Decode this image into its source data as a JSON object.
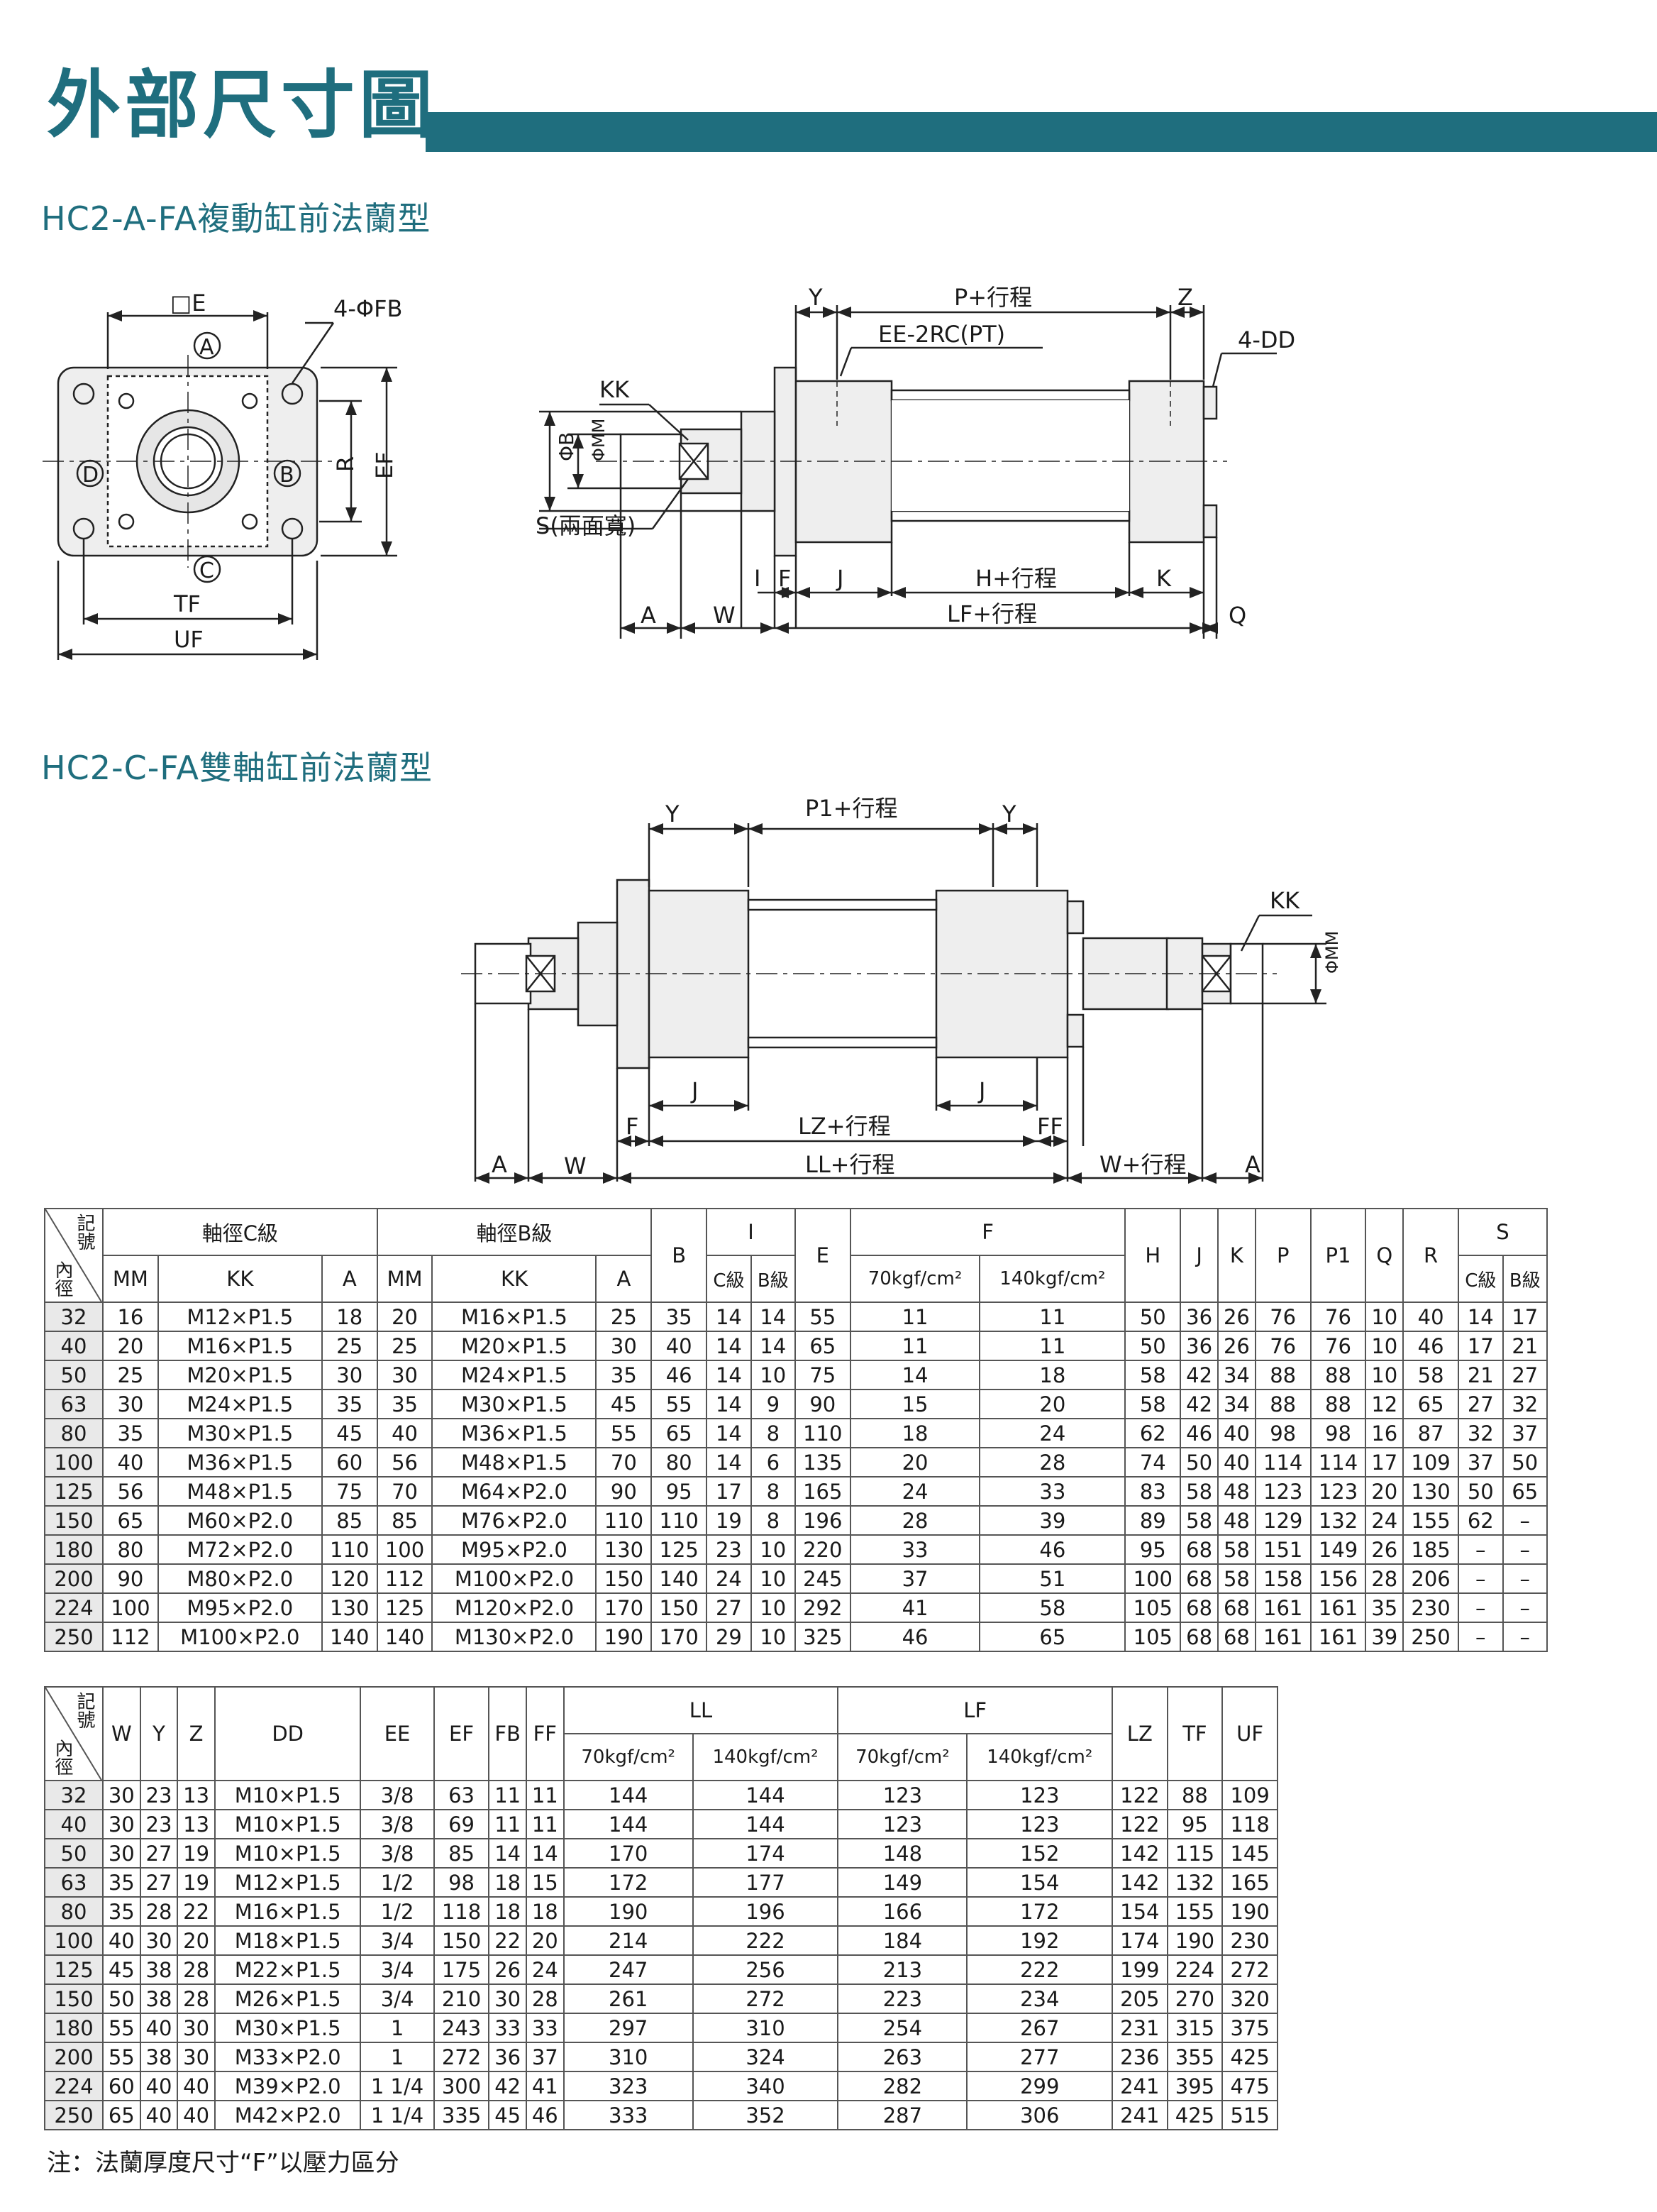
{
  "header": {
    "title": "外部尺寸圖"
  },
  "sections": {
    "a": "HC2-A-FA複動缸前法蘭型",
    "c": "HC2-C-FA雙軸缸前法蘭型"
  },
  "drawing_a": {
    "labels": {
      "E": "□E",
      "FB": "4-ΦFB",
      "A_circle": "A",
      "B_circle": "B",
      "C_circle": "C",
      "D_circle": "D",
      "R": "R",
      "EF": "EF",
      "TF": "TF",
      "UF": "UF",
      "Y": "Y",
      "P": "P+行程",
      "Z": "Z",
      "EE": "EE-2RC(PT)",
      "DD": "4-DD",
      "KK": "KK",
      "PhiB": "ΦB",
      "PhiMM": "ΦMM",
      "S": "S(兩面寬)",
      "I": "I",
      "F": "F",
      "J": "J",
      "H": "H+行程",
      "K": "K",
      "A": "A",
      "W": "W",
      "LF": "LF+行程",
      "Q": "Q"
    }
  },
  "drawing_c": {
    "labels": {
      "Y1": "Y",
      "P1": "P1+行程",
      "Y2": "Y",
      "KK": "KK",
      "PhiMM": "ΦMM",
      "J1": "J",
      "J2": "J",
      "F": "F",
      "LZ": "LZ+行程",
      "FF": "FF",
      "A1": "A",
      "W1": "W",
      "LL": "LL+行程",
      "W2": "W+行程",
      "A2": "A"
    }
  },
  "table1": {
    "corner_top": "記號",
    "corner_bottom": "內徑",
    "group_c": "軸徑C級",
    "group_b": "軸徑B級",
    "sub_c": [
      "MM",
      "KK",
      "A"
    ],
    "sub_b": [
      "MM",
      "KK",
      "A"
    ],
    "col_B": "B",
    "col_I": "I",
    "sub_I": [
      "C級",
      "B級"
    ],
    "col_E": "E",
    "col_F": "F",
    "sub_F": [
      "70kgf/cm²",
      "140kgf/cm²"
    ],
    "cols_mid": [
      "H",
      "J",
      "K",
      "P",
      "P1",
      "Q",
      "R"
    ],
    "col_S": "S",
    "sub_S": [
      "C級",
      "B級"
    ],
    "rows": [
      [
        "32",
        "16",
        "M12×P1.5",
        "18",
        "20",
        "M16×P1.5",
        "25",
        "35",
        "14",
        "14",
        "55",
        "11",
        "11",
        "50",
        "36",
        "26",
        "76",
        "76",
        "10",
        "40",
        "14",
        "17"
      ],
      [
        "40",
        "20",
        "M16×P1.5",
        "25",
        "25",
        "M20×P1.5",
        "30",
        "40",
        "14",
        "14",
        "65",
        "11",
        "11",
        "50",
        "36",
        "26",
        "76",
        "76",
        "10",
        "46",
        "17",
        "21"
      ],
      [
        "50",
        "25",
        "M20×P1.5",
        "30",
        "30",
        "M24×P1.5",
        "35",
        "46",
        "14",
        "10",
        "75",
        "14",
        "18",
        "58",
        "42",
        "34",
        "88",
        "88",
        "10",
        "58",
        "21",
        "27"
      ],
      [
        "63",
        "30",
        "M24×P1.5",
        "35",
        "35",
        "M30×P1.5",
        "45",
        "55",
        "14",
        "9",
        "90",
        "15",
        "20",
        "58",
        "42",
        "34",
        "88",
        "88",
        "12",
        "65",
        "27",
        "32"
      ],
      [
        "80",
        "35",
        "M30×P1.5",
        "45",
        "40",
        "M36×P1.5",
        "55",
        "65",
        "14",
        "8",
        "110",
        "18",
        "24",
        "62",
        "46",
        "40",
        "98",
        "98",
        "16",
        "87",
        "32",
        "37"
      ],
      [
        "100",
        "40",
        "M36×P1.5",
        "60",
        "56",
        "M48×P1.5",
        "70",
        "80",
        "14",
        "6",
        "135",
        "20",
        "28",
        "74",
        "50",
        "40",
        "114",
        "114",
        "17",
        "109",
        "37",
        "50"
      ],
      [
        "125",
        "56",
        "M48×P1.5",
        "75",
        "70",
        "M64×P2.0",
        "90",
        "95",
        "17",
        "8",
        "165",
        "24",
        "33",
        "83",
        "58",
        "48",
        "123",
        "123",
        "20",
        "130",
        "50",
        "65"
      ],
      [
        "150",
        "65",
        "M60×P2.0",
        "85",
        "85",
        "M76×P2.0",
        "110",
        "110",
        "19",
        "8",
        "196",
        "28",
        "39",
        "89",
        "58",
        "48",
        "129",
        "132",
        "24",
        "155",
        "62",
        "–"
      ],
      [
        "180",
        "80",
        "M72×P2.0",
        "110",
        "100",
        "M95×P2.0",
        "130",
        "125",
        "23",
        "10",
        "220",
        "33",
        "46",
        "95",
        "68",
        "58",
        "151",
        "149",
        "26",
        "185",
        "–",
        "–"
      ],
      [
        "200",
        "90",
        "M80×P2.0",
        "120",
        "112",
        "M100×P2.0",
        "150",
        "140",
        "24",
        "10",
        "245",
        "37",
        "51",
        "100",
        "68",
        "58",
        "158",
        "156",
        "28",
        "206",
        "–",
        "–"
      ],
      [
        "224",
        "100",
        "M95×P2.0",
        "130",
        "125",
        "M120×P2.0",
        "170",
        "150",
        "27",
        "10",
        "292",
        "41",
        "58",
        "105",
        "68",
        "68",
        "161",
        "161",
        "35",
        "230",
        "–",
        "–"
      ],
      [
        "250",
        "112",
        "M100×P2.0",
        "140",
        "140",
        "M130×P2.0",
        "190",
        "170",
        "29",
        "10",
        "325",
        "46",
        "65",
        "105",
        "68",
        "68",
        "161",
        "161",
        "39",
        "250",
        "–",
        "–"
      ]
    ]
  },
  "table2": {
    "corner_top": "記號",
    "corner_bottom": "內徑",
    "cols_a": [
      "W",
      "Y",
      "Z",
      "DD",
      "EE",
      "EF",
      "FB",
      "FF"
    ],
    "col_LL": "LL",
    "sub_LL": [
      "70kgf/cm²",
      "140kgf/cm²"
    ],
    "col_LF": "LF",
    "sub_LF": [
      "70kgf/cm²",
      "140kgf/cm²"
    ],
    "cols_b": [
      "LZ",
      "TF",
      "UF"
    ],
    "rows": [
      [
        "32",
        "30",
        "23",
        "13",
        "M10×P1.5",
        "3/8",
        "63",
        "11",
        "11",
        "144",
        "144",
        "123",
        "123",
        "122",
        "88",
        "109"
      ],
      [
        "40",
        "30",
        "23",
        "13",
        "M10×P1.5",
        "3/8",
        "69",
        "11",
        "11",
        "144",
        "144",
        "123",
        "123",
        "122",
        "95",
        "118"
      ],
      [
        "50",
        "30",
        "27",
        "19",
        "M10×P1.5",
        "3/8",
        "85",
        "14",
        "14",
        "170",
        "174",
        "148",
        "152",
        "142",
        "115",
        "145"
      ],
      [
        "63",
        "35",
        "27",
        "19",
        "M12×P1.5",
        "1/2",
        "98",
        "18",
        "15",
        "172",
        "177",
        "149",
        "154",
        "142",
        "132",
        "165"
      ],
      [
        "80",
        "35",
        "28",
        "22",
        "M16×P1.5",
        "1/2",
        "118",
        "18",
        "18",
        "190",
        "196",
        "166",
        "172",
        "154",
        "155",
        "190"
      ],
      [
        "100",
        "40",
        "30",
        "20",
        "M18×P1.5",
        "3/4",
        "150",
        "22",
        "20",
        "214",
        "222",
        "184",
        "192",
        "174",
        "190",
        "230"
      ],
      [
        "125",
        "45",
        "38",
        "28",
        "M22×P1.5",
        "3/4",
        "175",
        "26",
        "24",
        "247",
        "256",
        "213",
        "222",
        "199",
        "224",
        "272"
      ],
      [
        "150",
        "50",
        "38",
        "28",
        "M26×P1.5",
        "3/4",
        "210",
        "30",
        "28",
        "261",
        "272",
        "223",
        "234",
        "205",
        "270",
        "320"
      ],
      [
        "180",
        "55",
        "40",
        "30",
        "M30×P1.5",
        "1",
        "243",
        "33",
        "33",
        "297",
        "310",
        "254",
        "267",
        "231",
        "315",
        "375"
      ],
      [
        "200",
        "55",
        "38",
        "30",
        "M33×P2.0",
        "1",
        "272",
        "36",
        "37",
        "310",
        "324",
        "263",
        "277",
        "236",
        "355",
        "425"
      ],
      [
        "224",
        "60",
        "40",
        "40",
        "M39×P2.0",
        "1 1/4",
        "300",
        "42",
        "41",
        "323",
        "340",
        "282",
        "299",
        "241",
        "395",
        "475"
      ],
      [
        "250",
        "65",
        "40",
        "40",
        "M42×P2.0",
        "1 1/4",
        "335",
        "45",
        "46",
        "333",
        "352",
        "287",
        "306",
        "241",
        "425",
        "515"
      ]
    ]
  },
  "note": "注：法蘭厚度尺寸“F”以壓力區分"
}
